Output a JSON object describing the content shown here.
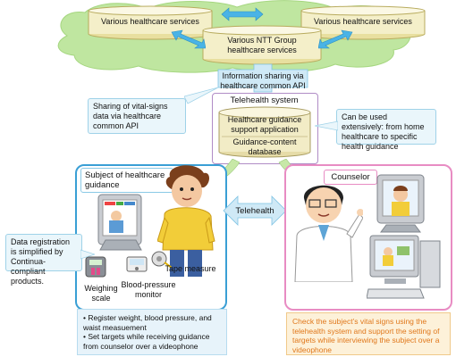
{
  "top": {
    "left_service": "Various healthcare services",
    "right_service": "Various healthcare services",
    "center_service": "Various NTT Group healthcare services",
    "info_sharing": "Information sharing via healthcare common API"
  },
  "telehealth_system": {
    "title": "Telehealth system",
    "app": "Healthcare guidance support application",
    "db": "Guidance-content database"
  },
  "callouts": {
    "sharing": "Sharing of vital-signs data via healthcare common API",
    "extensive": "Can be used extensively: from home healthcare to specific health guidance",
    "continua": "Data registration is simplified by Continua-compliant products."
  },
  "center_label": "Telehealth",
  "subject_panel": {
    "title": "Subject of healthcare guidance",
    "devices": {
      "scale": "Weighing scale",
      "tape": "Tape measure",
      "bp": "Blood-pressure monitor"
    },
    "notes": [
      "• Register weight, blood pressure, and waist measuement",
      "• Set targets while receiving guidance  from counselor over a videophone"
    ]
  },
  "counselor_panel": {
    "title": "Counselor",
    "note": "Check the subject’s vital signs using the telehealth system and support the setting of targets while interviewing the subject over a videophone"
  },
  "colors": {
    "cloud": "#bfe6a0",
    "left_border": "#3a9fd5",
    "right_border": "#e88cc3",
    "db_fill": "#f2ecc6",
    "orange_text": "#e0781c"
  }
}
